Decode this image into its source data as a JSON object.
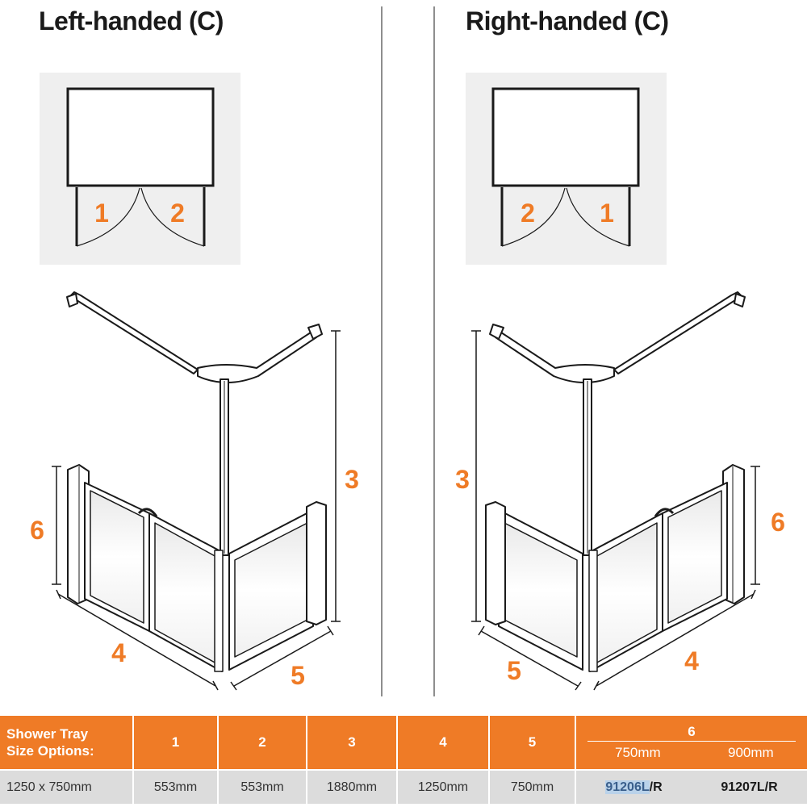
{
  "panels": {
    "left": {
      "title": "Left-handed (C)",
      "plan_labels": [
        "1",
        "2"
      ],
      "dim_labels": {
        "d3": "3",
        "d4": "4",
        "d5": "5",
        "d6": "6"
      }
    },
    "right": {
      "title": "Right-handed (C)",
      "plan_labels": [
        "2",
        "1"
      ],
      "dim_labels": {
        "d3": "3",
        "d4": "4",
        "d5": "5",
        "d6": "6"
      }
    }
  },
  "colors": {
    "accent": "#ef7b26",
    "table_row_bg": "#dcdcdc",
    "plan_bg": "#efefef"
  },
  "table": {
    "header": {
      "label_line1": "Shower Tray",
      "label_line2": "Size Options:",
      "cols": [
        "1",
        "2",
        "3",
        "4",
        "5"
      ],
      "col6": "6",
      "col6_sub": [
        "750mm",
        "900mm"
      ]
    },
    "row": {
      "size": "1250 x 750mm",
      "c1": "553mm",
      "c2": "553mm",
      "c3": "1880mm",
      "c4": "1250mm",
      "c5": "750mm",
      "code_prefix": "91206L",
      "code_suffix": "/R",
      "code_900": "91207L/R"
    }
  }
}
